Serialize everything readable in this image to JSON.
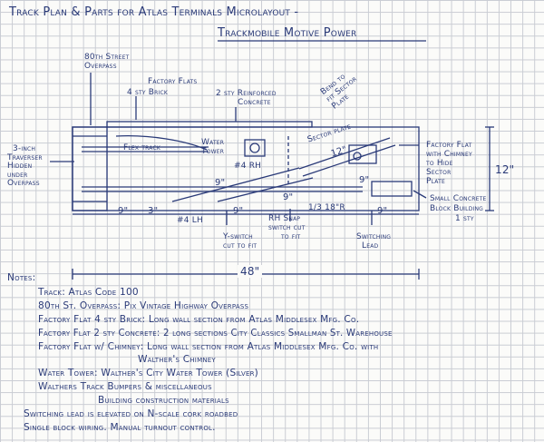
{
  "title": {
    "line1": "Track Plan & Parts for Atlas Terminals Microlayout -",
    "line2": "Trackmobile Motive Power"
  },
  "labels": {
    "overpass": [
      "80th Street",
      "Overpass"
    ],
    "factory_flats": [
      "Factory Flats"
    ],
    "brick": [
      "4 sty Brick"
    ],
    "concrete": [
      "2 sty Reinforced",
      "Concrete"
    ],
    "bend": [
      "Bend to",
      "fit Sector",
      "Plate"
    ],
    "traverser": [
      "3-inch",
      "Traverser",
      "Hidden",
      "under",
      "Overpass"
    ],
    "flextrack": [
      "Flex track"
    ],
    "water_tower": [
      "Water",
      "Tower"
    ],
    "turnout_4rh": [
      "#4 RH"
    ],
    "sector_plate": [
      "Sector plate"
    ],
    "factory_flat_chimney": [
      "Factory Flat",
      "with Chimney",
      "to Hide",
      "Sector",
      "Plate"
    ],
    "small_concrete": [
      "Small Concrete",
      "Block Building",
      "1 sty"
    ],
    "turnout_4lh": [
      "#4 LH"
    ],
    "yswitch": [
      "Y-switch",
      "cut to fit"
    ],
    "rh_snap": [
      "RH Snap",
      "switch cut",
      "to fit"
    ],
    "switching_lead": [
      "Switching",
      "Lead"
    ],
    "third_18r": [
      "1/3 18\"R"
    ]
  },
  "dims": {
    "d9a": "9\"",
    "d3": "3\"",
    "d9b": "9\"",
    "d9c": "9\"",
    "d9d": "9\"",
    "d9e": "9\"",
    "d9f": "9\"",
    "d9g": "9\"",
    "d12v": "12\"",
    "d12a": "12\"",
    "d48": "48\""
  },
  "notes": {
    "heading": "Notes:",
    "lines": [
      "Track: Atlas Code 100",
      "80th St. Overpass: Pix Vintage Highway Overpass",
      "Factory Flat 4 sty Brick: Long wall section from Atlas Middlesex Mfg. Co.",
      "Factory Flat 2 sty Concrete: 2 long sections City Classics Smallman St. Warehouse",
      "Factory Flat w/ Chimney: Long wall section from Atlas Middlesex Mfg. Co. with",
      "Walther's Chimney",
      "Water Tower: Walther's City Water Tower (Silver)",
      "Walthers Track Bumpers & miscellaneous",
      "Building construction materials",
      "Switching lead is elevated on N-scale cork roadbed",
      "Single block wiring. Manual turnout control."
    ]
  }
}
